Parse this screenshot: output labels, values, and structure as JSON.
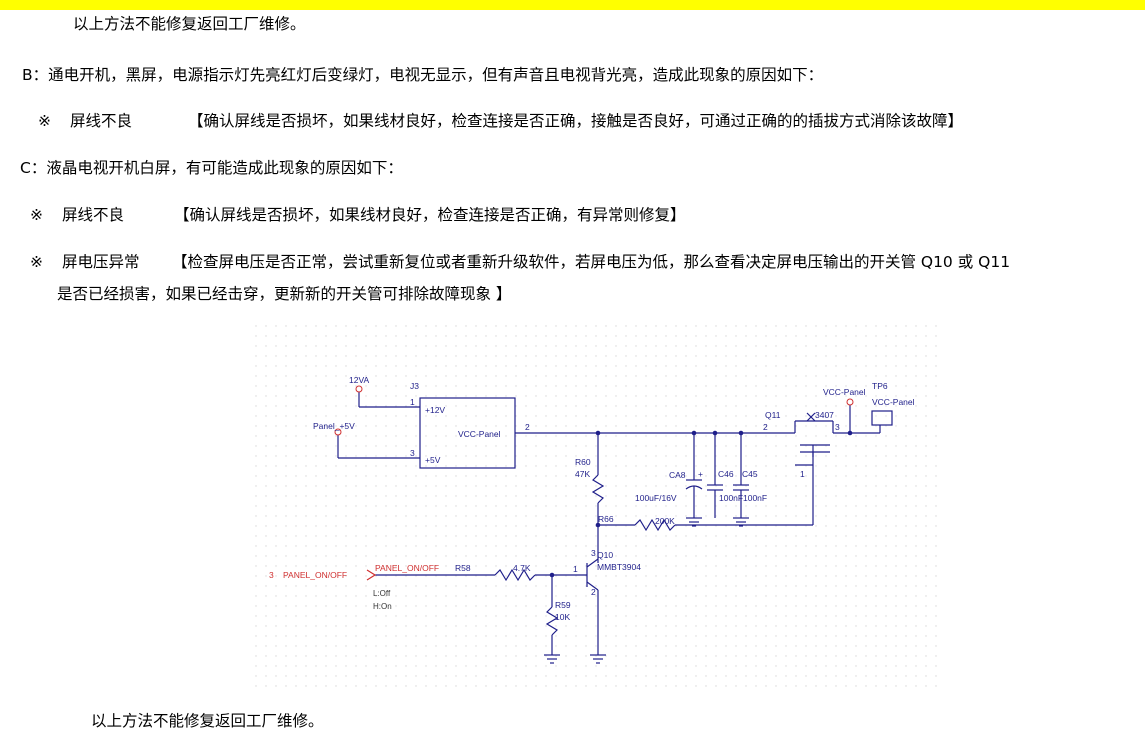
{
  "document": {
    "top_note": "以上方法不能修复返回工厂维修。",
    "case_b": "B：通电开机，黑屏，电源指示灯先亮红灯后变绿灯，电视无显示，但有声音且电视背光亮，造成此现象的原因如下：",
    "case_b_item1_mark": "※",
    "case_b_item1_title": "屏线不良",
    "case_b_item1_text": "【确认屏线是否损坏，如果线材良好，检查连接是否正确，接触是否良好，可通过正确的的插拔方式消除该故障】",
    "case_c": "C：液晶电视开机白屏，有可能造成此现象的原因如下：",
    "case_c_item1_mark": "※",
    "case_c_item1_title": "屏线不良",
    "case_c_item1_text": "【确认屏线是否损坏，如果线材良好，检查连接是否正确，有异常则修复】",
    "case_c_item2_mark": "※",
    "case_c_item2_title": "屏电压异常",
    "case_c_item2_text_line1": "【检查屏电压是否正常，尝试重新复位或者重新升级软件，若屏电压为低，那么查看决定屏电压输出的开关管 Q10 或 Q11",
    "case_c_item2_text_line2": "是否已经损害，如果已经击穿，更新新的开关管可排除故障现象 】",
    "bottom_note": "以上方法不能修复返回工厂维修。"
  },
  "schematic": {
    "net_12va": "12VA",
    "net_panel_5v": "Panel_+5V",
    "j3_ref": "J3",
    "j3_pin1": "1",
    "j3_pin3": "3",
    "j3_pin2": "2",
    "j3_in1": "+12V",
    "j3_in2": "+5V",
    "j3_out": "VCC-Panel",
    "r60_ref": "R60",
    "r60_val": "47K",
    "ca8_ref": "CA8",
    "ca8_val": "100uF/16V",
    "ca8_plus": "+",
    "c46_ref": "C46",
    "c46_val": "100nF",
    "c45_ref": "C45",
    "c45_val": "100nF",
    "q11_ref": "Q11",
    "q11_part": "3407",
    "q11_pin2": "2",
    "q11_pin3": "3",
    "q11_pin1": "1",
    "vcc_panel_net": "VCC-Panel",
    "tp6_ref": "TP6",
    "tp6_label": "VCC-Panel",
    "r66_ref": "R66",
    "r66_val": "200K",
    "q10_ref": "Q10",
    "q10_part": "MMBT3904",
    "q10_pin1": "1",
    "q10_pin2": "2",
    "q10_pin3": "3",
    "port_pin": "3",
    "port_name": "PANEL_ON/OFF",
    "net_panel_onoff": "PANEL_ON/OFF",
    "r58_ref": "R58",
    "r58_val": "4.7K",
    "logic_off": "L:Off",
    "logic_on": "H:On",
    "r59_ref": "R59",
    "r59_val": "10K"
  },
  "colors": {
    "accent_bar": "#ffff00",
    "wire": "#1f1f8a",
    "net_red": "#d03030",
    "grid_dot": "#d6d6d6"
  }
}
